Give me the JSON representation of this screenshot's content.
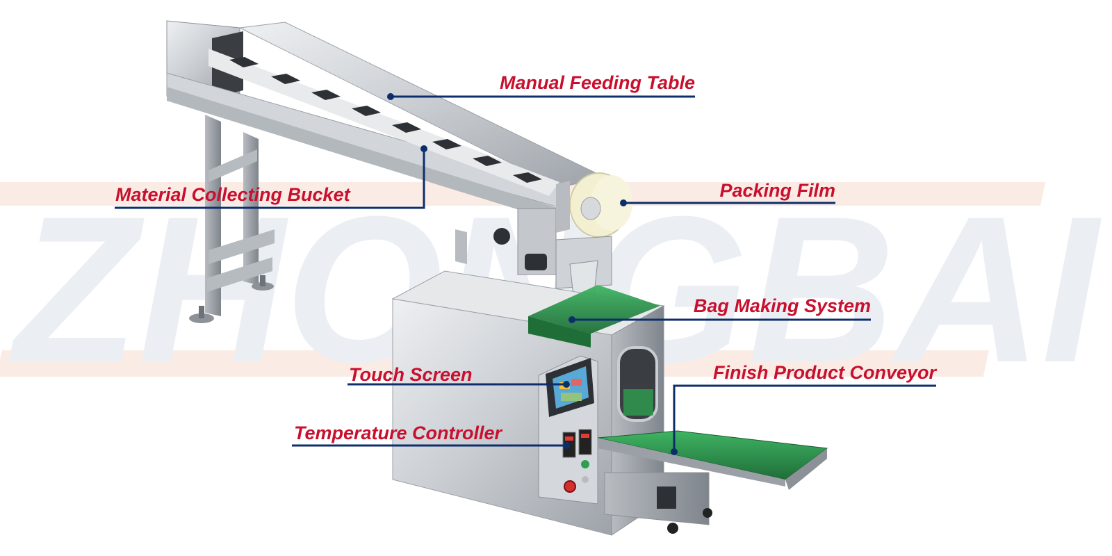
{
  "watermark": {
    "text": "ZHONGBAI",
    "color": "#dde3ec",
    "accent": "#f4c9b8"
  },
  "colors": {
    "label_text": "#c8102e",
    "leader_line": "#0d2d6b",
    "machine_steel": "#c9cdd2",
    "conveyor_green": "#2e9e4f",
    "film_roll": "#f3f0d2"
  },
  "labels": [
    {
      "id": "manual-feeding-table",
      "text": "Manual Feeding Table"
    },
    {
      "id": "material-collecting-bucket",
      "text": "Material Collecting Bucket"
    },
    {
      "id": "packing-film",
      "text": "Packing Film"
    },
    {
      "id": "bag-making-system",
      "text": "Bag Making System"
    },
    {
      "id": "touch-screen",
      "text": "Touch Screen"
    },
    {
      "id": "finish-product-conveyor",
      "text": "Finish Product Conveyor"
    },
    {
      "id": "temperature-controller",
      "text": "Temperature Controller"
    }
  ]
}
